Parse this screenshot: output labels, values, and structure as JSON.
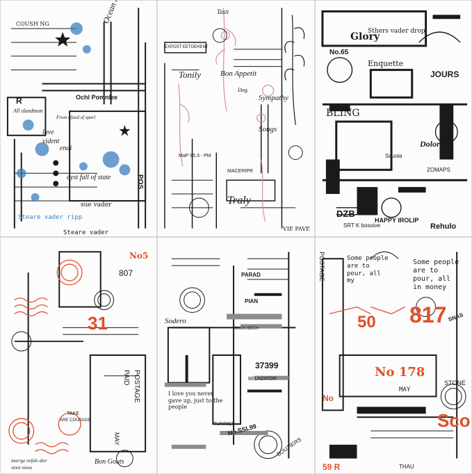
{
  "colors": {
    "ink": "#1a1a1a",
    "blue_accent": "#3d7fc1",
    "pink_accent": "#d88a95",
    "red_accent": "#e0502a"
  },
  "sheets": [
    {
      "labels": {
        "a": "COUSH NG",
        "b": "Ocean of Love",
        "c": "Ochl Pomnlee",
        "d": "All slandmon",
        "e": "From afand of sparl",
        "f": "love",
        "g": "vident",
        "h": "endi",
        "i": "oyst fall of state",
        "j": "sue vader",
        "k": "Steare vader ripp",
        "l": "Steare vader",
        "m": "POS",
        "n": "R"
      }
    },
    {
      "labels": {
        "a": "Tastt",
        "b": "EXPOST EETOEHENT",
        "c": "Tonily",
        "d": "Bon Appetit",
        "e": "Sympathy",
        "f": "Songs",
        "g": "MaP 65.3 - PM",
        "h": "MACERIPR",
        "i": "Traly",
        "j": "Dog.",
        "k": "VIE PAVE"
      }
    },
    {
      "labels": {
        "a": "Sthers vader drop",
        "b": "Glory",
        "c": "No.65",
        "d": "Enquette",
        "e": "JOURS",
        "f": "BLING",
        "g": "Dolor",
        "h": "ZOMAPS",
        "i": "HAPPY IROLIP",
        "j": "Rehulo",
        "k": "DZB",
        "l": "SRT K bosoive",
        "m": "Scuola"
      }
    },
    {
      "labels": {
        "a": "No5",
        "b": "807",
        "c": "31",
        "d": "POSTAGE",
        "e": "PAID",
        "f": "MAY",
        "g": "Bon Gouts",
        "h": "murrge nefals dier",
        "i": "stoot nious",
        "j": "ARE COURAGE",
        "k": "TAKE"
      }
    },
    {
      "labels": {
        "a": "Sodero",
        "b": "PARAD",
        "c": "PIAN",
        "d": "SKON BECH",
        "e": "37399",
        "f": "BELAZATOR",
        "g": "I love you never gave up, just to the people",
        "h": "TURRICS",
        "i": "No.SSL99",
        "j": "BOUTIERS"
      }
    },
    {
      "labels": {
        "a": "POSTAGE",
        "b": "Some people are to pour, all my",
        "c": "Some people are to pour, all in money",
        "d": "50",
        "e": "817",
        "f": "SNAS",
        "g": "No 178",
        "h": "MAY",
        "i": "No",
        "j": "Sco",
        "k": "THAU",
        "l": "59 R",
        "m": "STONE"
      }
    }
  ]
}
